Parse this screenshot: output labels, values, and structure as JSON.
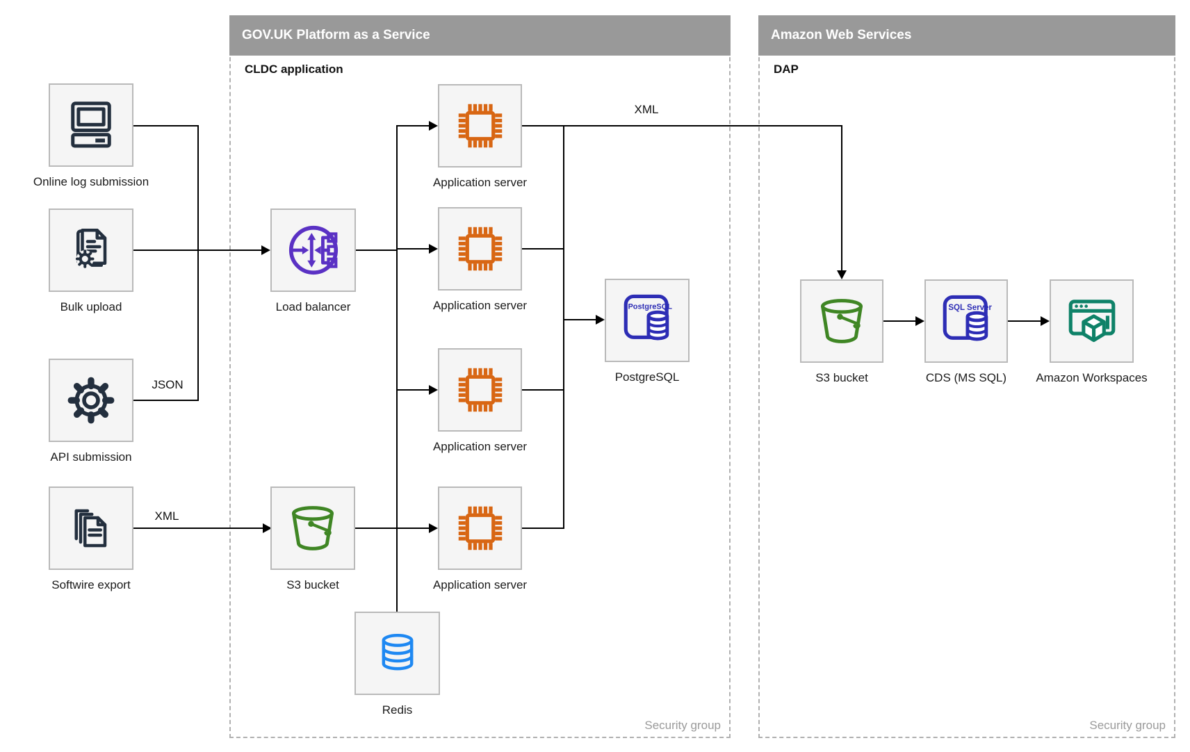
{
  "containers": {
    "gov": {
      "title": "GOV.UK Platform as a Service",
      "sublabel": "CLDC application",
      "footer": "Security group"
    },
    "aws": {
      "title": "Amazon Web Services",
      "sublabel": "DAP",
      "footer": "Security group"
    }
  },
  "nodes": {
    "online": {
      "label": "Online log submission"
    },
    "bulk": {
      "label": "Bulk upload"
    },
    "api": {
      "label": "API submission"
    },
    "softwire": {
      "label": "Softwire export"
    },
    "load_balancer": {
      "label": "Load balancer"
    },
    "app_server_1": {
      "label": "Application server"
    },
    "app_server_2": {
      "label": "Application server"
    },
    "app_server_3": {
      "label": "Application server"
    },
    "app_server_4": {
      "label": "Application server"
    },
    "postgresql": {
      "label": "PostgreSQL",
      "icon_text": "PostgreSQL"
    },
    "s3_gov": {
      "label": "S3 bucket"
    },
    "redis": {
      "label": "Redis"
    },
    "s3_aws": {
      "label": "S3 bucket"
    },
    "cds": {
      "label": "CDS (MS SQL)",
      "icon_text": "SQL Server"
    },
    "workspaces": {
      "label": "Amazon Workspaces"
    }
  },
  "edge_labels": {
    "json": "JSON",
    "xml_export": "XML",
    "xml_transfer": "XML"
  },
  "colors": {
    "header_bar": "#999999",
    "container_border": "#b0b0b0",
    "node_fill": "#f5f5f5",
    "node_border": "#b9b9b9",
    "edge": "#000000",
    "dark_navy_icon": "#232f3e",
    "load_balancer_purple": "#5a31c4",
    "app_server_orange": "#d86613",
    "database_blue": "#2d2db5",
    "s3_green": "#3f8624",
    "redis_blue": "#1e88f2",
    "workspaces_teal": "#0e8268",
    "security_group_text": "#999999"
  }
}
